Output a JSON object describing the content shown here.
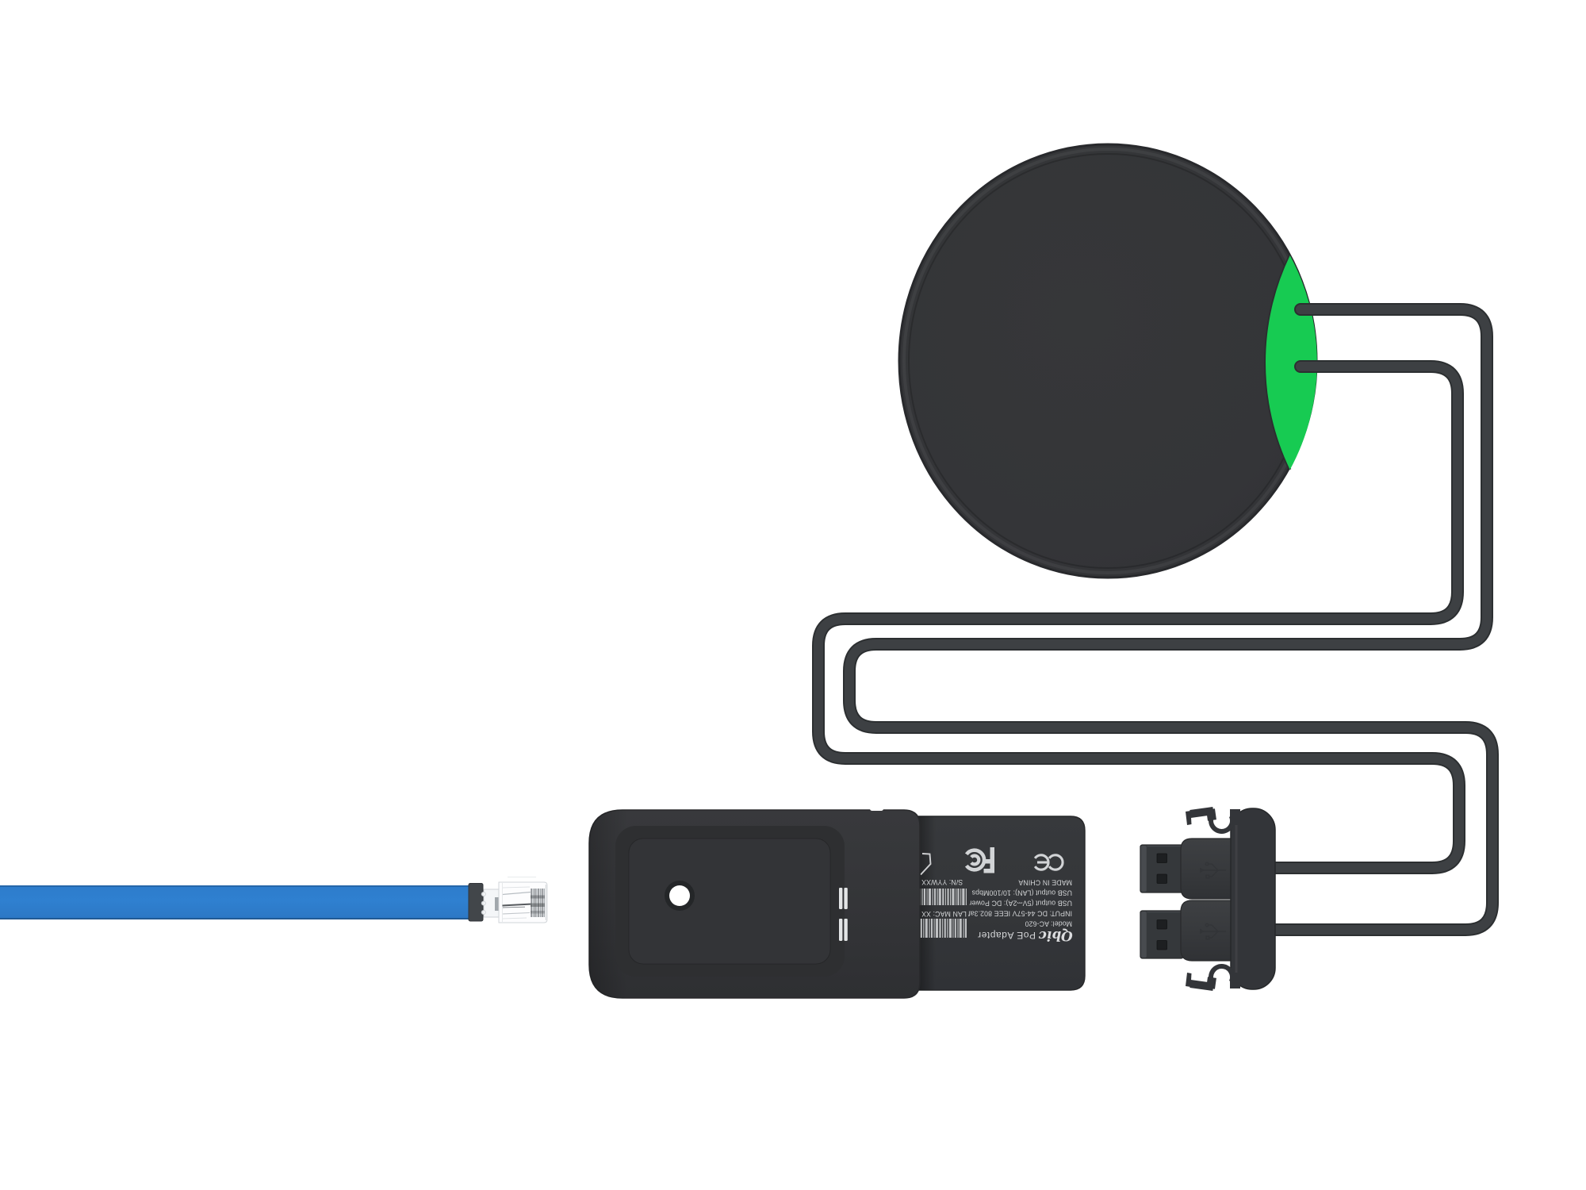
{
  "meta": {
    "description": "Product render of a PoE adapter kit: round puck device with green segment, dual-USB cable assembly, PoE adapter barrel and blue Ethernet cable with clear RJ45 plug",
    "background": "#ffffff"
  },
  "colors": {
    "device_body": "#343539",
    "green_accent": "#17cb52",
    "cable_core": "#3c3f42",
    "cable_edge": "#2c2f31",
    "blue_cable": "#2f81d1",
    "label_text": "#d2d4d6"
  },
  "adapter_label": {
    "brand": "Qbic",
    "product": "PoE Adapter",
    "model": "Model: AC-620",
    "input": "INPUT: DC 44-57V IEEE 802.3af",
    "usb_power": "USB output (5V⎓2A): DC Power",
    "usb_lan": "USB output (LAN): 10/100Mbps",
    "origin": "MADE IN CHINA",
    "lan_mac": "LAN MAC: XX",
    "serial": "S/N: YYWXX"
  },
  "icons": {
    "ce": "ce-mark",
    "fcc": "fcc-mark",
    "cert_triangle": "certification-triangle-mark",
    "usb_trident": "usb-trident-icon"
  }
}
